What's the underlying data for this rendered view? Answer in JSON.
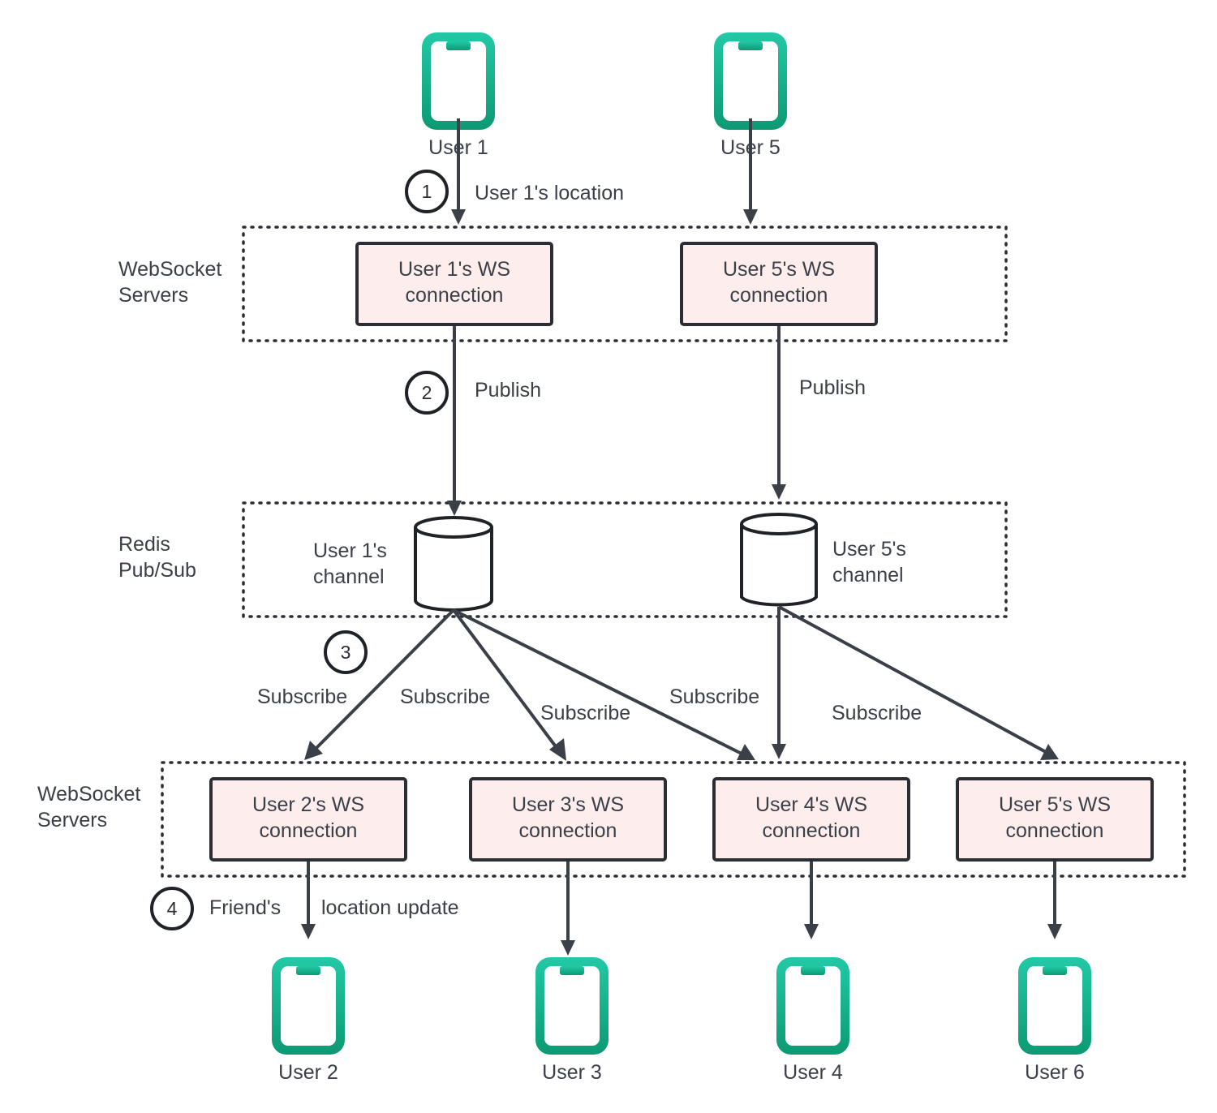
{
  "colors": {
    "phone_gradient_top": "#22c9a6",
    "phone_gradient_bottom": "#0c9a73",
    "ws_box_fill": "#fdeeed",
    "stroke": "#2a2d33",
    "text": "#3b3f48"
  },
  "icons": {
    "user_device": "smartphone-icon",
    "channel": "database-cylinder-icon"
  },
  "groups": {
    "top_ws": [
      "WebSocket",
      "Servers"
    ],
    "redis": [
      "Redis",
      "Pub/Sub"
    ],
    "bottom_ws": [
      "WebSocket",
      "Servers"
    ]
  },
  "top_users": {
    "user1": "User 1",
    "user5": "User 5"
  },
  "top_ws_boxes": {
    "user1": [
      "User 1's WS",
      "connection"
    ],
    "user5": [
      "User 5's WS",
      "connection"
    ]
  },
  "channels": {
    "user1": [
      "User 1's",
      "channel"
    ],
    "user5": [
      "User 5's",
      "channel"
    ]
  },
  "bottom_ws_boxes": {
    "user2": [
      "User 2's WS",
      "connection"
    ],
    "user3": [
      "User 3's WS",
      "connection"
    ],
    "user4": [
      "User 4's WS",
      "connection"
    ],
    "user5": [
      "User 5's WS",
      "connection"
    ]
  },
  "bottom_users": {
    "user2": "User 2",
    "user3": "User 3",
    "user4": "User 4",
    "user6": "User 6"
  },
  "steps": {
    "one": "1",
    "two": "2",
    "three": "3",
    "four": "4"
  },
  "edge_labels": {
    "location": "User 1's location",
    "publish_1": "Publish",
    "publish_5": "Publish",
    "subscribe_u2": "Subscribe",
    "subscribe_u3": "Subscribe",
    "subscribe_u3_b": "Subscribe",
    "subscribe_u4": "Subscribe",
    "subscribe_u5": "Subscribe",
    "friend": "Friend's",
    "location_update": "location update"
  }
}
